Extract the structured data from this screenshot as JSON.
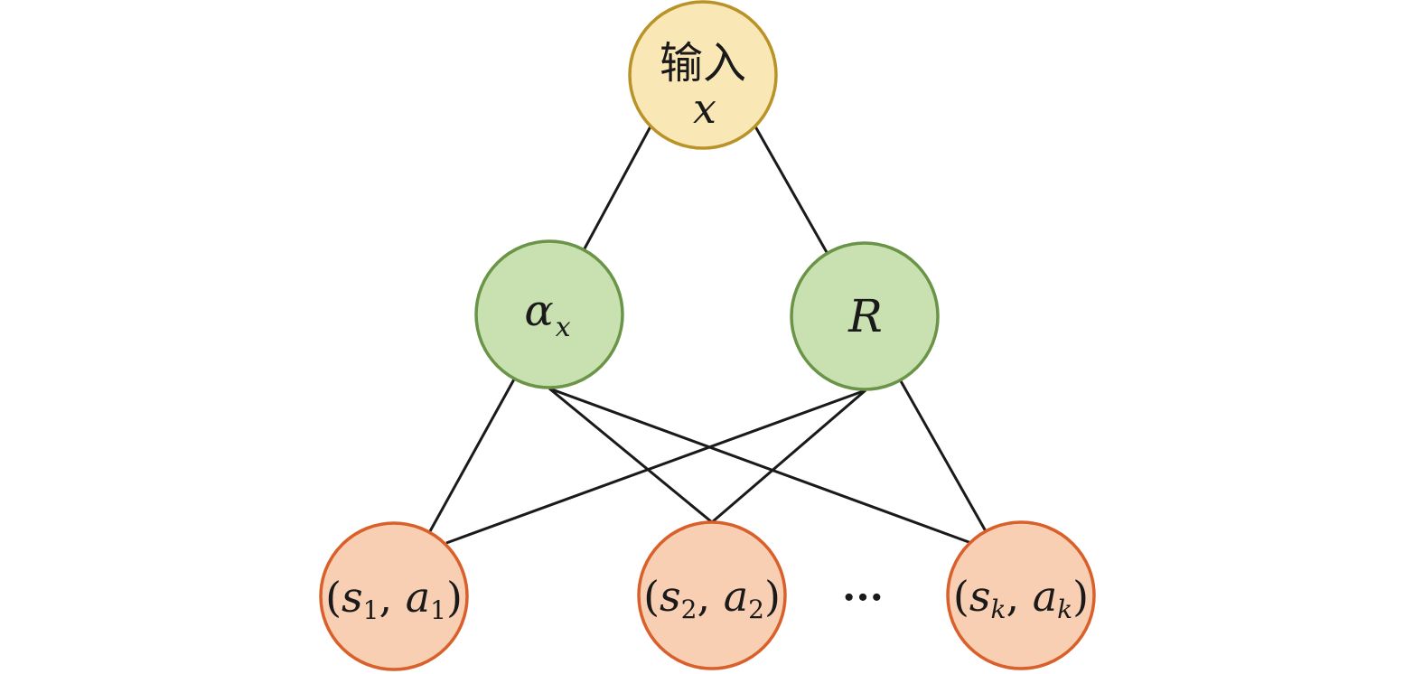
{
  "nodes": {
    "input": {
      "line1": "输入",
      "line2": "x"
    },
    "alpha": {
      "symbol": "α",
      "sub": "x"
    },
    "r": {
      "symbol": "R"
    },
    "pair1": {
      "open": "(",
      "s": "s",
      "s_sub": "1",
      "sep": ", ",
      "a": "a",
      "a_sub": "1",
      "close": ")"
    },
    "pair2": {
      "open": "(",
      "s": "s",
      "s_sub": "2",
      "sep": ", ",
      "a": "a",
      "a_sub": "2",
      "close": ")"
    },
    "pairk": {
      "open": "(",
      "s": "s",
      "s_sub": "k",
      "sep": ", ",
      "a": "a",
      "a_sub": "k",
      "close": ")"
    }
  },
  "ellipsis": "···",
  "colors": {
    "input_fill": "#f9e8b6",
    "input_stroke": "#b99328",
    "mid_fill": "#c9e0b0",
    "mid_stroke": "#6a9447",
    "out_fill": "#f9cfb3",
    "out_stroke": "#d9602a",
    "edge": "#1a1a1a"
  },
  "edges": [
    [
      "input",
      "alpha"
    ],
    [
      "input",
      "r"
    ],
    [
      "alpha",
      "pair1"
    ],
    [
      "alpha",
      "pair2"
    ],
    [
      "alpha",
      "pairk"
    ],
    [
      "r",
      "pair1"
    ],
    [
      "r",
      "pair2"
    ],
    [
      "r",
      "pairk"
    ]
  ]
}
